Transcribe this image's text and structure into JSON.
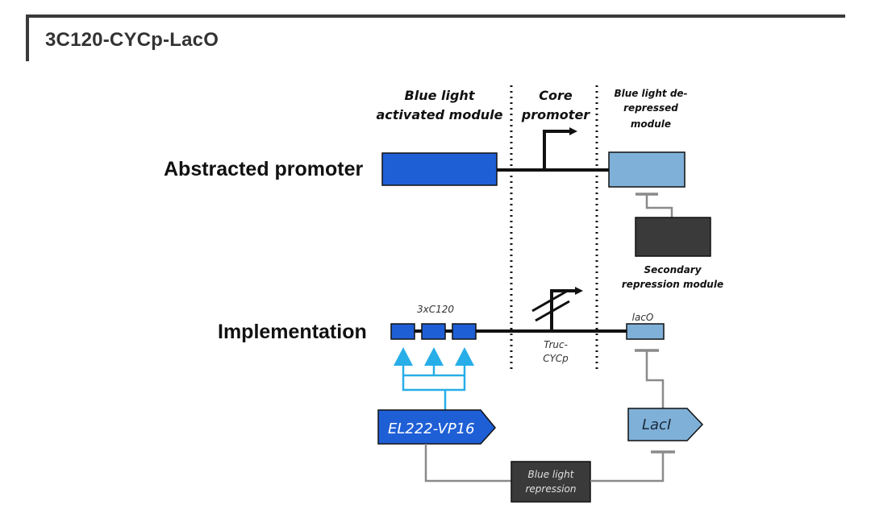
{
  "page": {
    "title": "3C120-CYCp-LacO"
  },
  "diagram": {
    "column_headers": {
      "blue_light_module": [
        "Blue light",
        "activated module"
      ],
      "core_promoter": [
        "Core",
        "promoter"
      ],
      "derepressed_module": [
        "Blue light de-",
        "repressed",
        "module"
      ]
    },
    "rows": {
      "abstracted": "Abstracted promoter",
      "implementation": "Implementation"
    },
    "labels": {
      "secondary_repression": [
        "Secondary",
        "repression module"
      ],
      "three_x_c120": "3xC120",
      "truc_cycp": [
        "Truc-",
        "CYCp"
      ],
      "laco": "lacO",
      "el222": "EL222-VP16",
      "laci": "LacI",
      "blue_light_repression": [
        "Blue light",
        "repression"
      ]
    },
    "colors": {
      "dark_blue": "#1f5fd6",
      "light_blue": "#7fb0d8",
      "cyan_arrow": "#27aee8",
      "dark_gray": "#3a3a3a",
      "line_gray": "#8a8a8a"
    }
  }
}
